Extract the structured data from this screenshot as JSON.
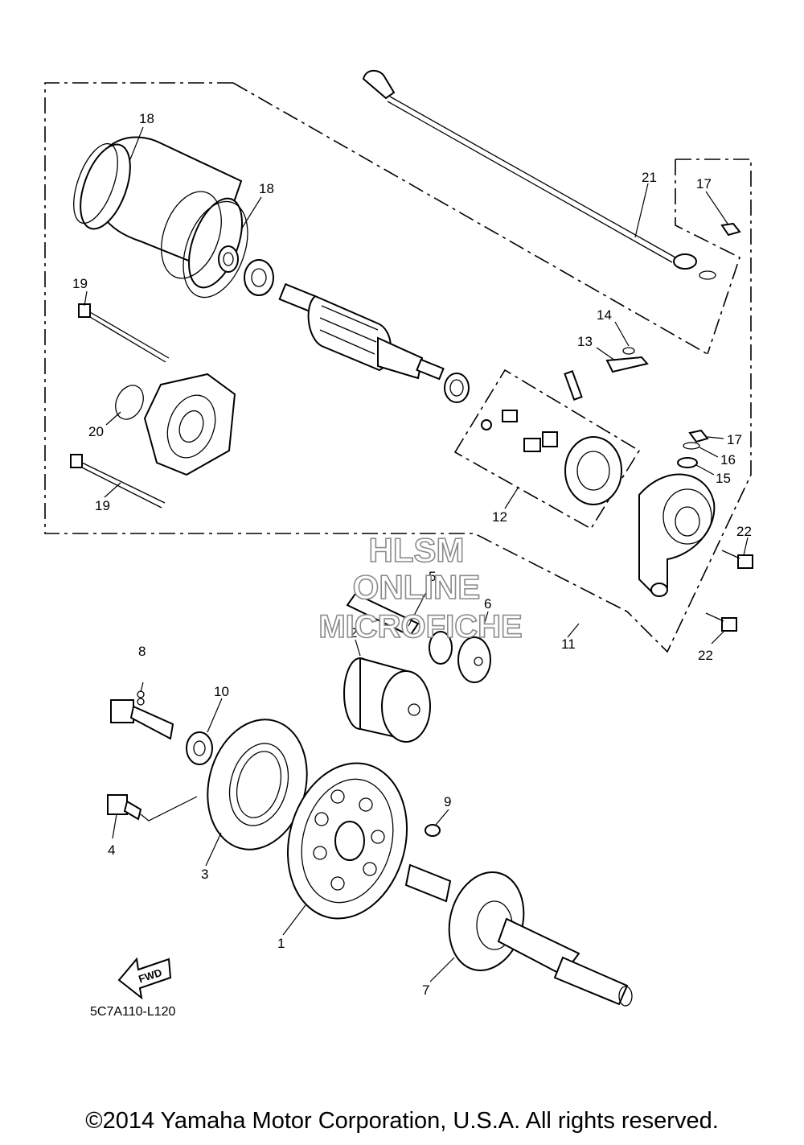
{
  "watermark": {
    "line1": "HLSM",
    "line2": "ONLINE",
    "line3": "MICROFICHE"
  },
  "diagram_code": "5C7A110-L120",
  "fwd_label": "FWD",
  "copyright": "©2014 Yamaha Motor Corporation, U.S.A. All rights reserved.",
  "callouts": {
    "c1": "1",
    "c2": "2",
    "c3": "3",
    "c4": "4",
    "c5": "5",
    "c6": "6",
    "c7": "7",
    "c8": "8",
    "c9": "9",
    "c10": "10",
    "c11": "11",
    "c12": "12",
    "c13": "13",
    "c14": "14",
    "c15": "15",
    "c16": "16",
    "c17a": "17",
    "c17b": "17",
    "c18a": "18",
    "c18b": "18",
    "c19a": "19",
    "c19b": "19",
    "c20": "20",
    "c21": "21",
    "c22a": "22",
    "c22b": "22"
  }
}
